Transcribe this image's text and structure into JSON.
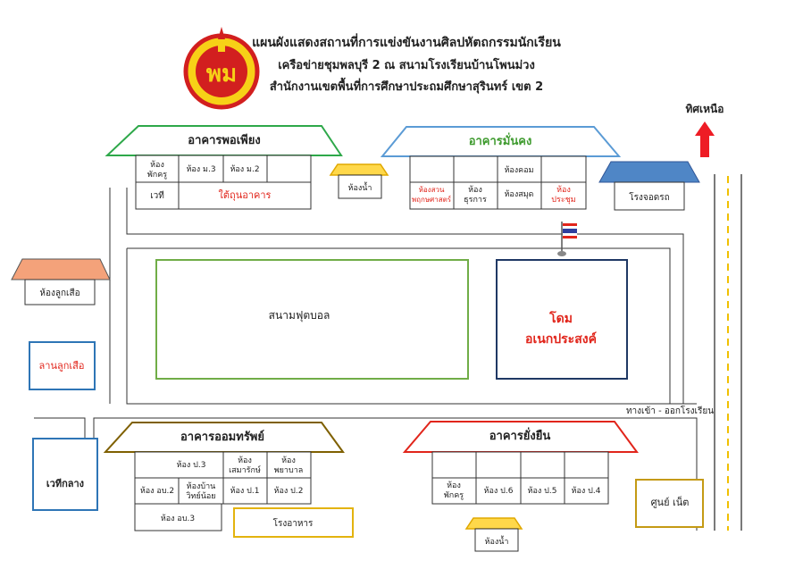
{
  "header": {
    "line1": "แผนผังแสดงสถานที่การแข่งขันงานศิลปหัตถกรรมนักเรียน",
    "line2": "เครือข่ายชุมพลบุรี 2 ณ สนามโรงเรียนบ้านโพนม่วง",
    "line3": "สำนักงานเขตพื้นที่การศึกษาประถมศึกษาสุรินทร์ เขต 2",
    "logo_text": "พม"
  },
  "north": {
    "label": "ทิศเหนือ"
  },
  "entrance": {
    "label": "ทางเข้า - ออกโรงเรียน"
  },
  "buildings": {
    "phopiang": {
      "name": "อาคารพอเพียง",
      "rooms": [
        "ห้องพักครู",
        "ห้อง ม.3",
        "ห้อง ม.2",
        "เวที",
        "ใต้ถุนอาคาร"
      ]
    },
    "mankong": {
      "name": "อาคารมั่นคง",
      "rooms": [
        "ห้องคอม",
        "ห้องสวนพฤกษศาสตร์",
        "ห้องธุรการ",
        "ห้องสมุด",
        "ห้องประชุม"
      ]
    },
    "omsap": {
      "name": "อาคารออมทรัพย์",
      "rooms": [
        "ห้อง ป.3",
        "ห้องเสมารักษ์",
        "ห้องพยาบาล",
        "ห้อง อบ.2",
        "ห้องบ้านวิทย์น้อย",
        "ห้อง ป.1",
        "ห้อง ป.2",
        "ห้อง อบ.3"
      ]
    },
    "yangyuen": {
      "name": "อาคารยั่งยืน",
      "rooms": [
        "ห้องพักครู",
        "ห้อง ป.6",
        "ห้อง ป.5",
        "ห้อง ป.4"
      ]
    }
  },
  "places": {
    "toilet_top": "ห้องน้ำ",
    "toilet_bottom": "ห้องน้ำ",
    "garage": "โรงจอดรถ",
    "scout_room": "ห้องลูกเสือ",
    "scout_yard": "ลานลูกเสือ",
    "football": "สนามฟุตบอล",
    "dome_line1": "โดม",
    "dome_line2": "อเนกประสงค์",
    "central_stage": "เวทีกลาง",
    "canteen": "โรงอาหาร",
    "net_center": "ศูนย์ เน็ต"
  },
  "colors": {
    "phopiang": "#2ea84a",
    "mankong": "#5b9bd5",
    "omsap": "#7f6000",
    "yangyuen": "#e1251b",
    "toilet": "#ffd84a",
    "toilet_stroke": "#e0a800",
    "scout_roof": "#f4a27a",
    "garage_roof": "#4f86c6",
    "football_stroke": "#70ad47",
    "dome_stroke": "#1f3864",
    "stage_stroke": "#2e75b6",
    "canteen_stroke": "#e3b30e",
    "net_stroke": "#c49a14",
    "arrow": "#ee1c25",
    "accent_red": "#e1251b"
  }
}
